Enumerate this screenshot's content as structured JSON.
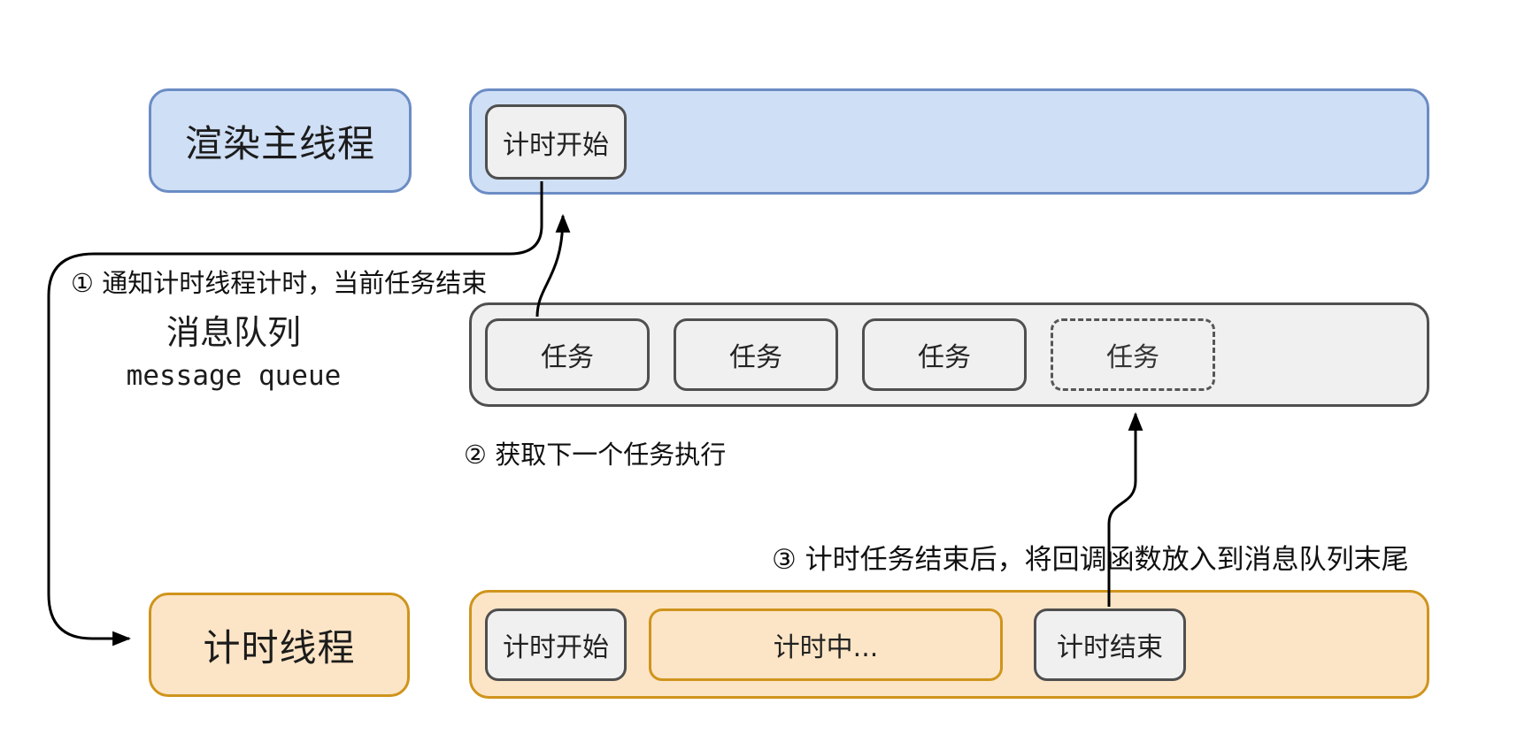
{
  "diagram": {
    "title_hint": "setTimeout / timer thread and message queue diagram",
    "render_main_thread_label": "渲染主线程",
    "timer_thread_label": "计时线程",
    "message_queue_label_zh": "消息队列",
    "message_queue_label_en": "message queue",
    "timing_start_top": "计时开始",
    "tasks": [
      "任务",
      "任务",
      "任务",
      "任务"
    ],
    "timing_start_bottom": "计时开始",
    "timing_in_progress": "计时中...",
    "timing_end": "计时结束",
    "step1": "① 通知计时线程计时，当前任务结束",
    "step2": "② 获取下一个任务执行",
    "step3": "③ 计时任务结束后，将回调函数放入到消息队列末尾",
    "colors": {
      "blue_fill": "#cfdff5",
      "blue_border": "#6b8cc4",
      "gray_fill": "#f0f0f0",
      "gray_border": "#4f4f4f",
      "orange_fill": "#fce5c6",
      "orange_border": "#cf941c",
      "line_color": "#000000",
      "text_color": "#1c1c1c"
    }
  }
}
